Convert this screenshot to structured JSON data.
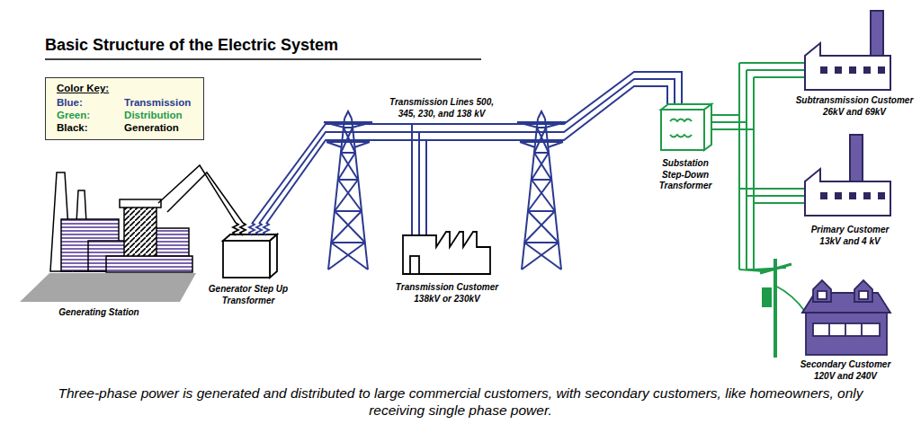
{
  "diagram": {
    "title": "Basic Structure of the Electric System",
    "caption": "Three-phase power is generated and distributed to large commercial customers, with secondary customers, like homeowners, only receiving single phase power.",
    "nodes": [
      {
        "text": [
          "Color Key:",
          "Blue:",
          "Transmission",
          "Green:",
          "Distribution",
          "Black:",
          "Generation"
        ]
      }
    ],
    "labels": [
      "Generating Station",
      "Generator Step Up Transformer",
      "Transmission Lines 500, 345, 230, and 138 kV",
      "Transmission Customer 138kV or 230kV",
      "Substation Step-Down Transformer",
      "Subtransmission Customer 26kV and 69kV",
      "Primary Customer 13kV and 4 kV",
      "Secondary Customer 120V and 240V"
    ]
  }
}
